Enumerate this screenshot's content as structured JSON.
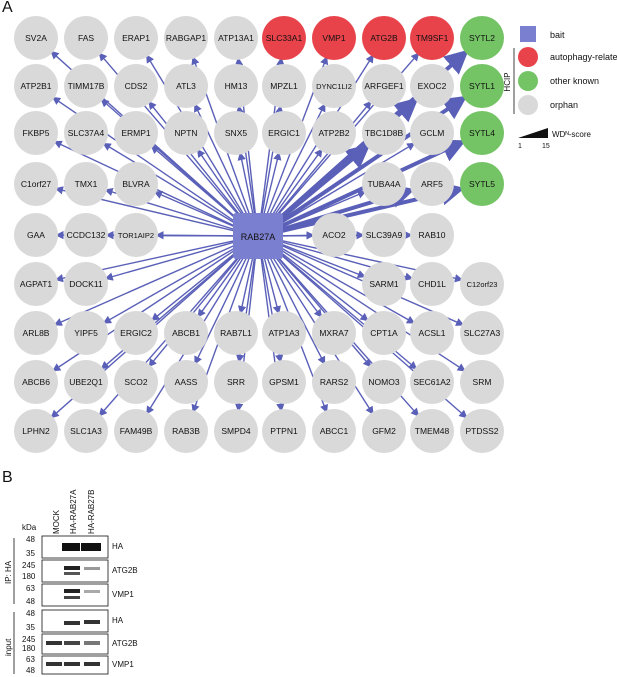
{
  "panel_a_letter": "A",
  "panel_b_letter": "B",
  "bait": "RAB27A",
  "legend": {
    "bait": "bait",
    "autophagy": "autophagy-related",
    "other": "other known",
    "orphan": "orphan",
    "hcip": "HCIP",
    "wd_label": "WDᴺ-score",
    "wd_min": "1",
    "wd_max": "15"
  },
  "colors": {
    "bait": "#7b7fcf",
    "edge": "#5a60b8",
    "autophagy": "#e8434a",
    "other": "#74c365",
    "orphan": "#d9d9d9"
  },
  "nodes": [
    [
      "SV2A",
      "FAS",
      "ERAP1",
      "RABGAP1",
      "ATP13A1",
      "SLC33A1",
      "VMP1",
      "ATG2B",
      "TM9SF1",
      "SYTL2"
    ],
    [
      "ATP2B1",
      "TIMM17B",
      "CDS2",
      "ATL3",
      "HM13",
      "MPZL1",
      "DYNC1LI2",
      "ARFGEF1",
      "EXOC2",
      "SYTL1"
    ],
    [
      "FKBP5",
      "SLC37A4",
      "ERMP1",
      "NPTN",
      "SNX5",
      "ERGIC1",
      "ATP2B2",
      "TBC1D8B",
      "GCLM",
      "SYTL4"
    ],
    [
      "C1orf27",
      "TMX1",
      "BLVRA",
      "",
      "",
      "",
      "",
      "TUBA4A",
      "ARF5",
      "SYTL5"
    ],
    [
      "GAA",
      "CCDC132",
      "TOR1AIP2",
      "",
      "",
      "",
      "ACO2",
      "SLC39A9",
      "RAB10",
      ""
    ],
    [
      "AGPAT1",
      "DOCK11",
      "",
      "",
      "",
      "",
      "",
      "SARM1",
      "CHD1L",
      "C12orf23"
    ],
    [
      "ARL8B",
      "YIPF5",
      "ERGIC2",
      "ABCB1",
      "RAB7L1",
      "ATP1A3",
      "MXRA7",
      "CPT1A",
      "ACSL1",
      "SLC27A3"
    ],
    [
      "ABCB6",
      "UBE2Q1",
      "SCO2",
      "AASS",
      "SRR",
      "GPSM1",
      "RARS2",
      "NOMO3",
      "SEC61A2",
      "SRM"
    ],
    [
      "LPHN2",
      "SLC1A3",
      "FAM49B",
      "RAB3B",
      "SMPD4",
      "PTPN1",
      "ABCC1",
      "GFM2",
      "TMEM48",
      "PTDSS2"
    ]
  ],
  "node_categories": {
    "autophagy": [
      "SLC33A1",
      "VMP1",
      "ATG2B",
      "TM9SF1"
    ],
    "other": [
      "SYTL2",
      "SYTL1",
      "SYTL4",
      "SYTL5"
    ]
  },
  "thick_edges": [
    "SYTL2",
    "SYTL1",
    "SYTL4",
    "SYTL5",
    "EXOC2",
    "ARF5",
    "TBC1D8B"
  ],
  "blot": {
    "lanes": [
      "MOCK",
      "HA-RAB27A",
      "HA-RAB27B"
    ],
    "kda_label": "kDa",
    "ip_label": "IP: HA",
    "input_label": "input",
    "ip_panels": [
      {
        "name": "HA",
        "markers": [
          "48",
          "35"
        ]
      },
      {
        "name": "ATG2B",
        "markers": [
          "245",
          "180"
        ]
      },
      {
        "name": "VMP1",
        "markers": [
          "63",
          "48"
        ]
      }
    ],
    "input_panels": [
      {
        "name": "HA",
        "markers": [
          "48",
          "35"
        ]
      },
      {
        "name": "ATG2B",
        "markers": [
          "245",
          "180"
        ]
      },
      {
        "name": "VMP1",
        "markers": [
          "63",
          "48"
        ]
      }
    ]
  }
}
